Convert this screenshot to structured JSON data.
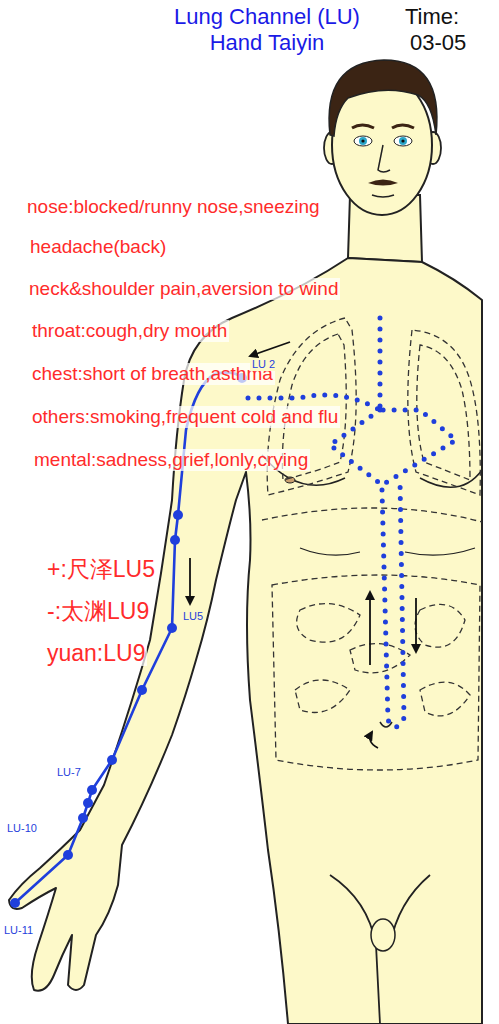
{
  "diagram": {
    "title": "Lung Channel (LU)",
    "labels": [
      "Hand Taiyin",
      "Time:",
      "03-05",
      "nose:blocked/runny nose,sneezing",
      "headache(back)",
      "neck&shoulder pain,aversion to wind",
      "throat:cough,dry mouth",
      "chest:short of breath,asthma",
      "others:smoking,frequent cold and flu",
      "mental:sadness,grief,lonly,crying",
      "+:尺泽LU5",
      "-:太渊LU9",
      "yuan:LU9",
      "LU 2",
      "LU5",
      "LU-7",
      "LU-10",
      "LU-11"
    ]
  }
}
